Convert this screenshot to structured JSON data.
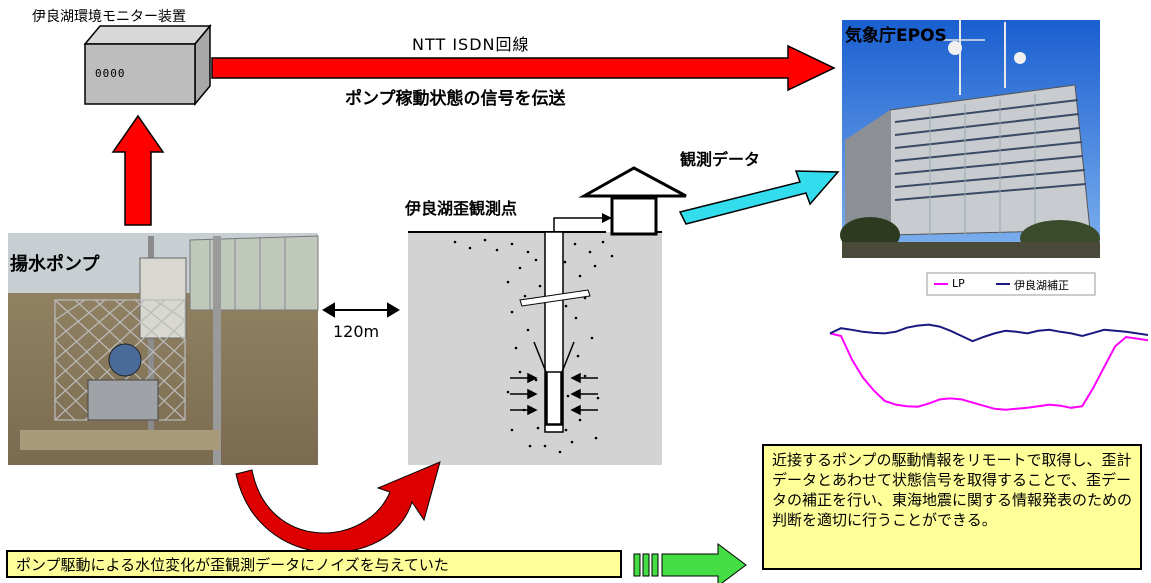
{
  "monitor_label": "伊良湖環境モニター装置",
  "monitor_display": "0000",
  "line_label": "NTT  ISDN回線",
  "signal_label": "ポンプ稼動状態の信号を伝送",
  "jma_label": "気象庁EPOS",
  "obs_data_label": "観測データ",
  "station_label": "伊良湖歪観測点",
  "pump_label": "揚水ポンプ",
  "distance_label": "120m",
  "legend": {
    "lp": "LP",
    "corrected": "伊良湖補正"
  },
  "colors": {
    "lp": "#ff00ff",
    "corrected": "#1a1a80",
    "arrow_red": "#ff0000",
    "arrow_cyan": "#33ddee",
    "arrow_green": "#44dd44",
    "note_bg": "#ffff99"
  },
  "chart_data": {
    "type": "line",
    "series": [
      {
        "name": "LP",
        "values": [
          0.55,
          0.5,
          0.05,
          -0.3,
          -0.55,
          -0.75,
          -0.82,
          -0.85,
          -0.86,
          -0.8,
          -0.72,
          -0.7,
          -0.72,
          -0.78,
          -0.84,
          -0.9,
          -0.92,
          -0.9,
          -0.88,
          -0.85,
          -0.82,
          -0.84,
          -0.88,
          -0.85,
          -0.5,
          -0.1,
          0.3,
          0.48,
          0.45,
          0.42
        ]
      },
      {
        "name": "伊良湖補正",
        "values": [
          0.55,
          0.65,
          0.62,
          0.58,
          0.56,
          0.55,
          0.58,
          0.66,
          0.7,
          0.72,
          0.68,
          0.6,
          0.5,
          0.4,
          0.48,
          0.55,
          0.6,
          0.58,
          0.55,
          0.6,
          0.62,
          0.58,
          0.55,
          0.5,
          0.56,
          0.62,
          0.6,
          0.58,
          0.55,
          0.52
        ]
      }
    ]
  },
  "note_text": "近接するポンプの駆動情報をリモートで取得し、歪計データとあわせて状態信号を取得することで、歪データの補正を行い、東海地震に関する情報発表のための判断を適切に行うことができる。",
  "noise_text": "ポンプ駆動による水位変化が歪観測データにノイズを与えていた"
}
